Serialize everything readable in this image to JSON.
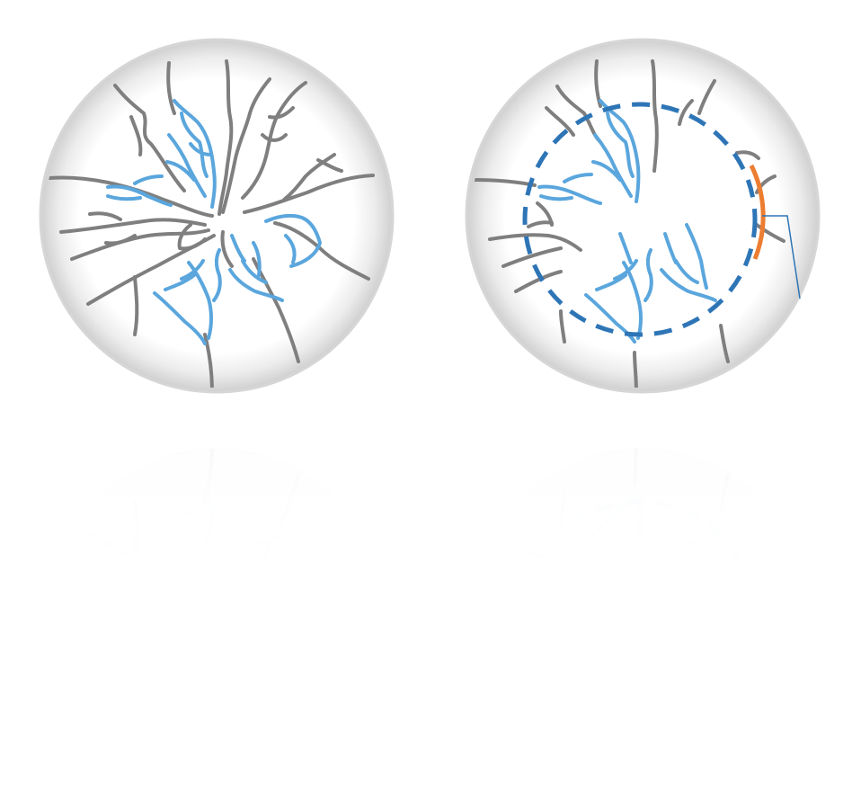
{
  "colors": {
    "background": "#ffffff",
    "disc_rim": "#c9c9c9",
    "disc_fill": "#ffffff",
    "vessel_gray": "#7f7f7f",
    "vessel_blue": "#5aa6dd",
    "boundary_dashed": "#2e75b6",
    "arc_highlight": "#ed7d31",
    "callout_line": "#2e75b6"
  },
  "panels": [
    {
      "id": "full-network",
      "description_name": "retina-full-vessel-network",
      "has_ring": false
    },
    {
      "id": "inner-region",
      "description_name": "retina-inner-region-with-boundary",
      "has_ring": true
    }
  ],
  "icons": {
    "left_disc": "retina-disc-icon",
    "right_disc": "retina-disc-icon"
  }
}
